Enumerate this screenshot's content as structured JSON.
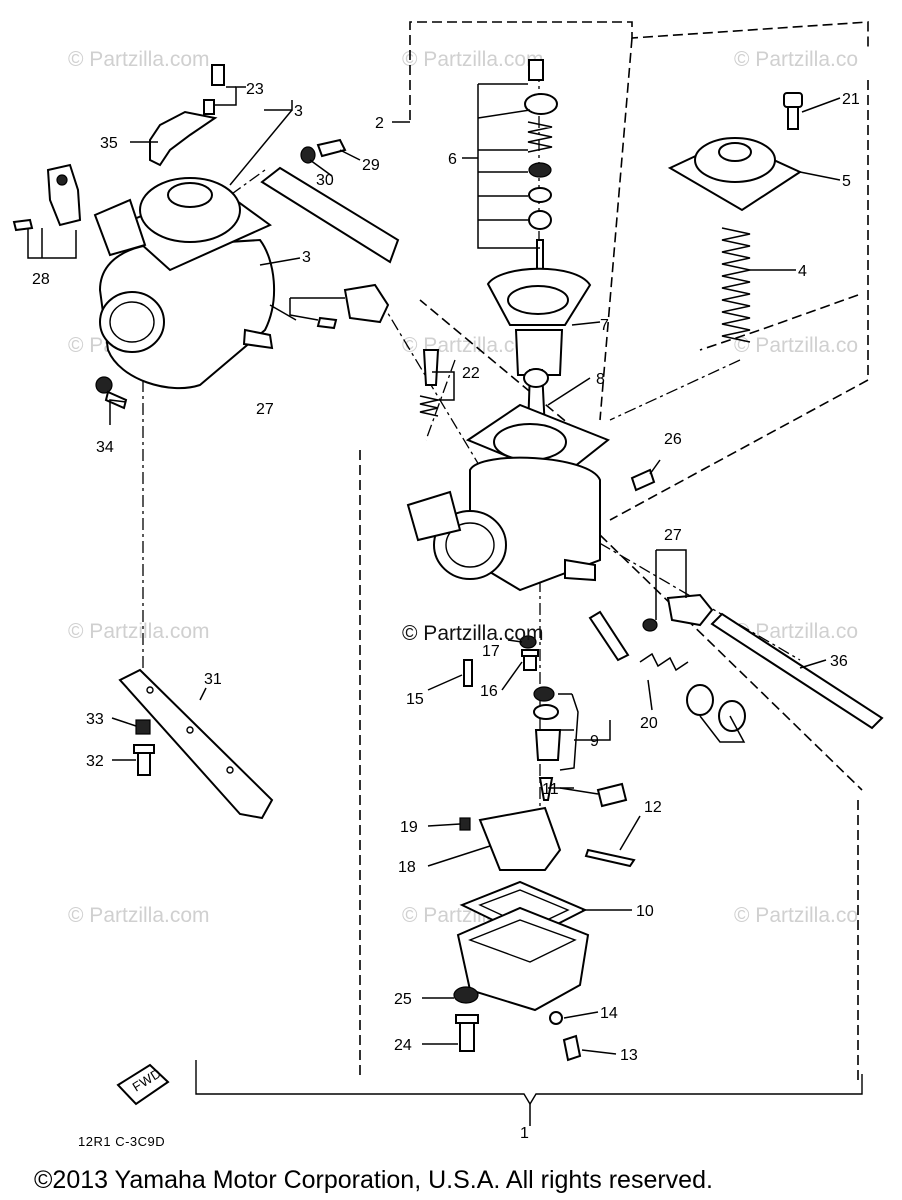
{
  "watermarks": [
    "© Partzilla.com",
    "© Partzilla.com",
    "© Partzilla.co",
    "© Partzilla.com",
    "© Partzilla.co",
    "© Partzilla.com",
    "© Partzilla.com",
    "© Partzilla.co",
    "© Partzilla.com",
    "© Partzilla.com",
    "© Partzilla.co"
  ],
  "center_watermark": "© Partzilla.com",
  "callouts": {
    "c1": "1",
    "c2": "2",
    "c21": "21",
    "c23": "23",
    "c3a": "3",
    "c3b": "3",
    "c35": "35",
    "c29": "29",
    "c30": "30",
    "c6": "6",
    "c5": "5",
    "c4": "4",
    "c28": "28",
    "c7": "7",
    "c8": "8",
    "c22": "22",
    "c27a": "27",
    "c34": "34",
    "c26": "26",
    "c27b": "27",
    "c17": "17",
    "c15": "15",
    "c16": "16",
    "c36": "36",
    "c20": "20",
    "c9": "9",
    "c31": "31",
    "c33": "33",
    "c32": "32",
    "c11": "11",
    "c12": "12",
    "c19": "19",
    "c18": "18",
    "c10": "10",
    "c25": "25",
    "c14": "14",
    "c24": "24",
    "c13": "13"
  },
  "fwd_label": "FWD",
  "diagram_code": "12R1 C-3C9D",
  "copyright": "©2013  Yamaha Motor Corporation, U.S.A. All rights reserved."
}
